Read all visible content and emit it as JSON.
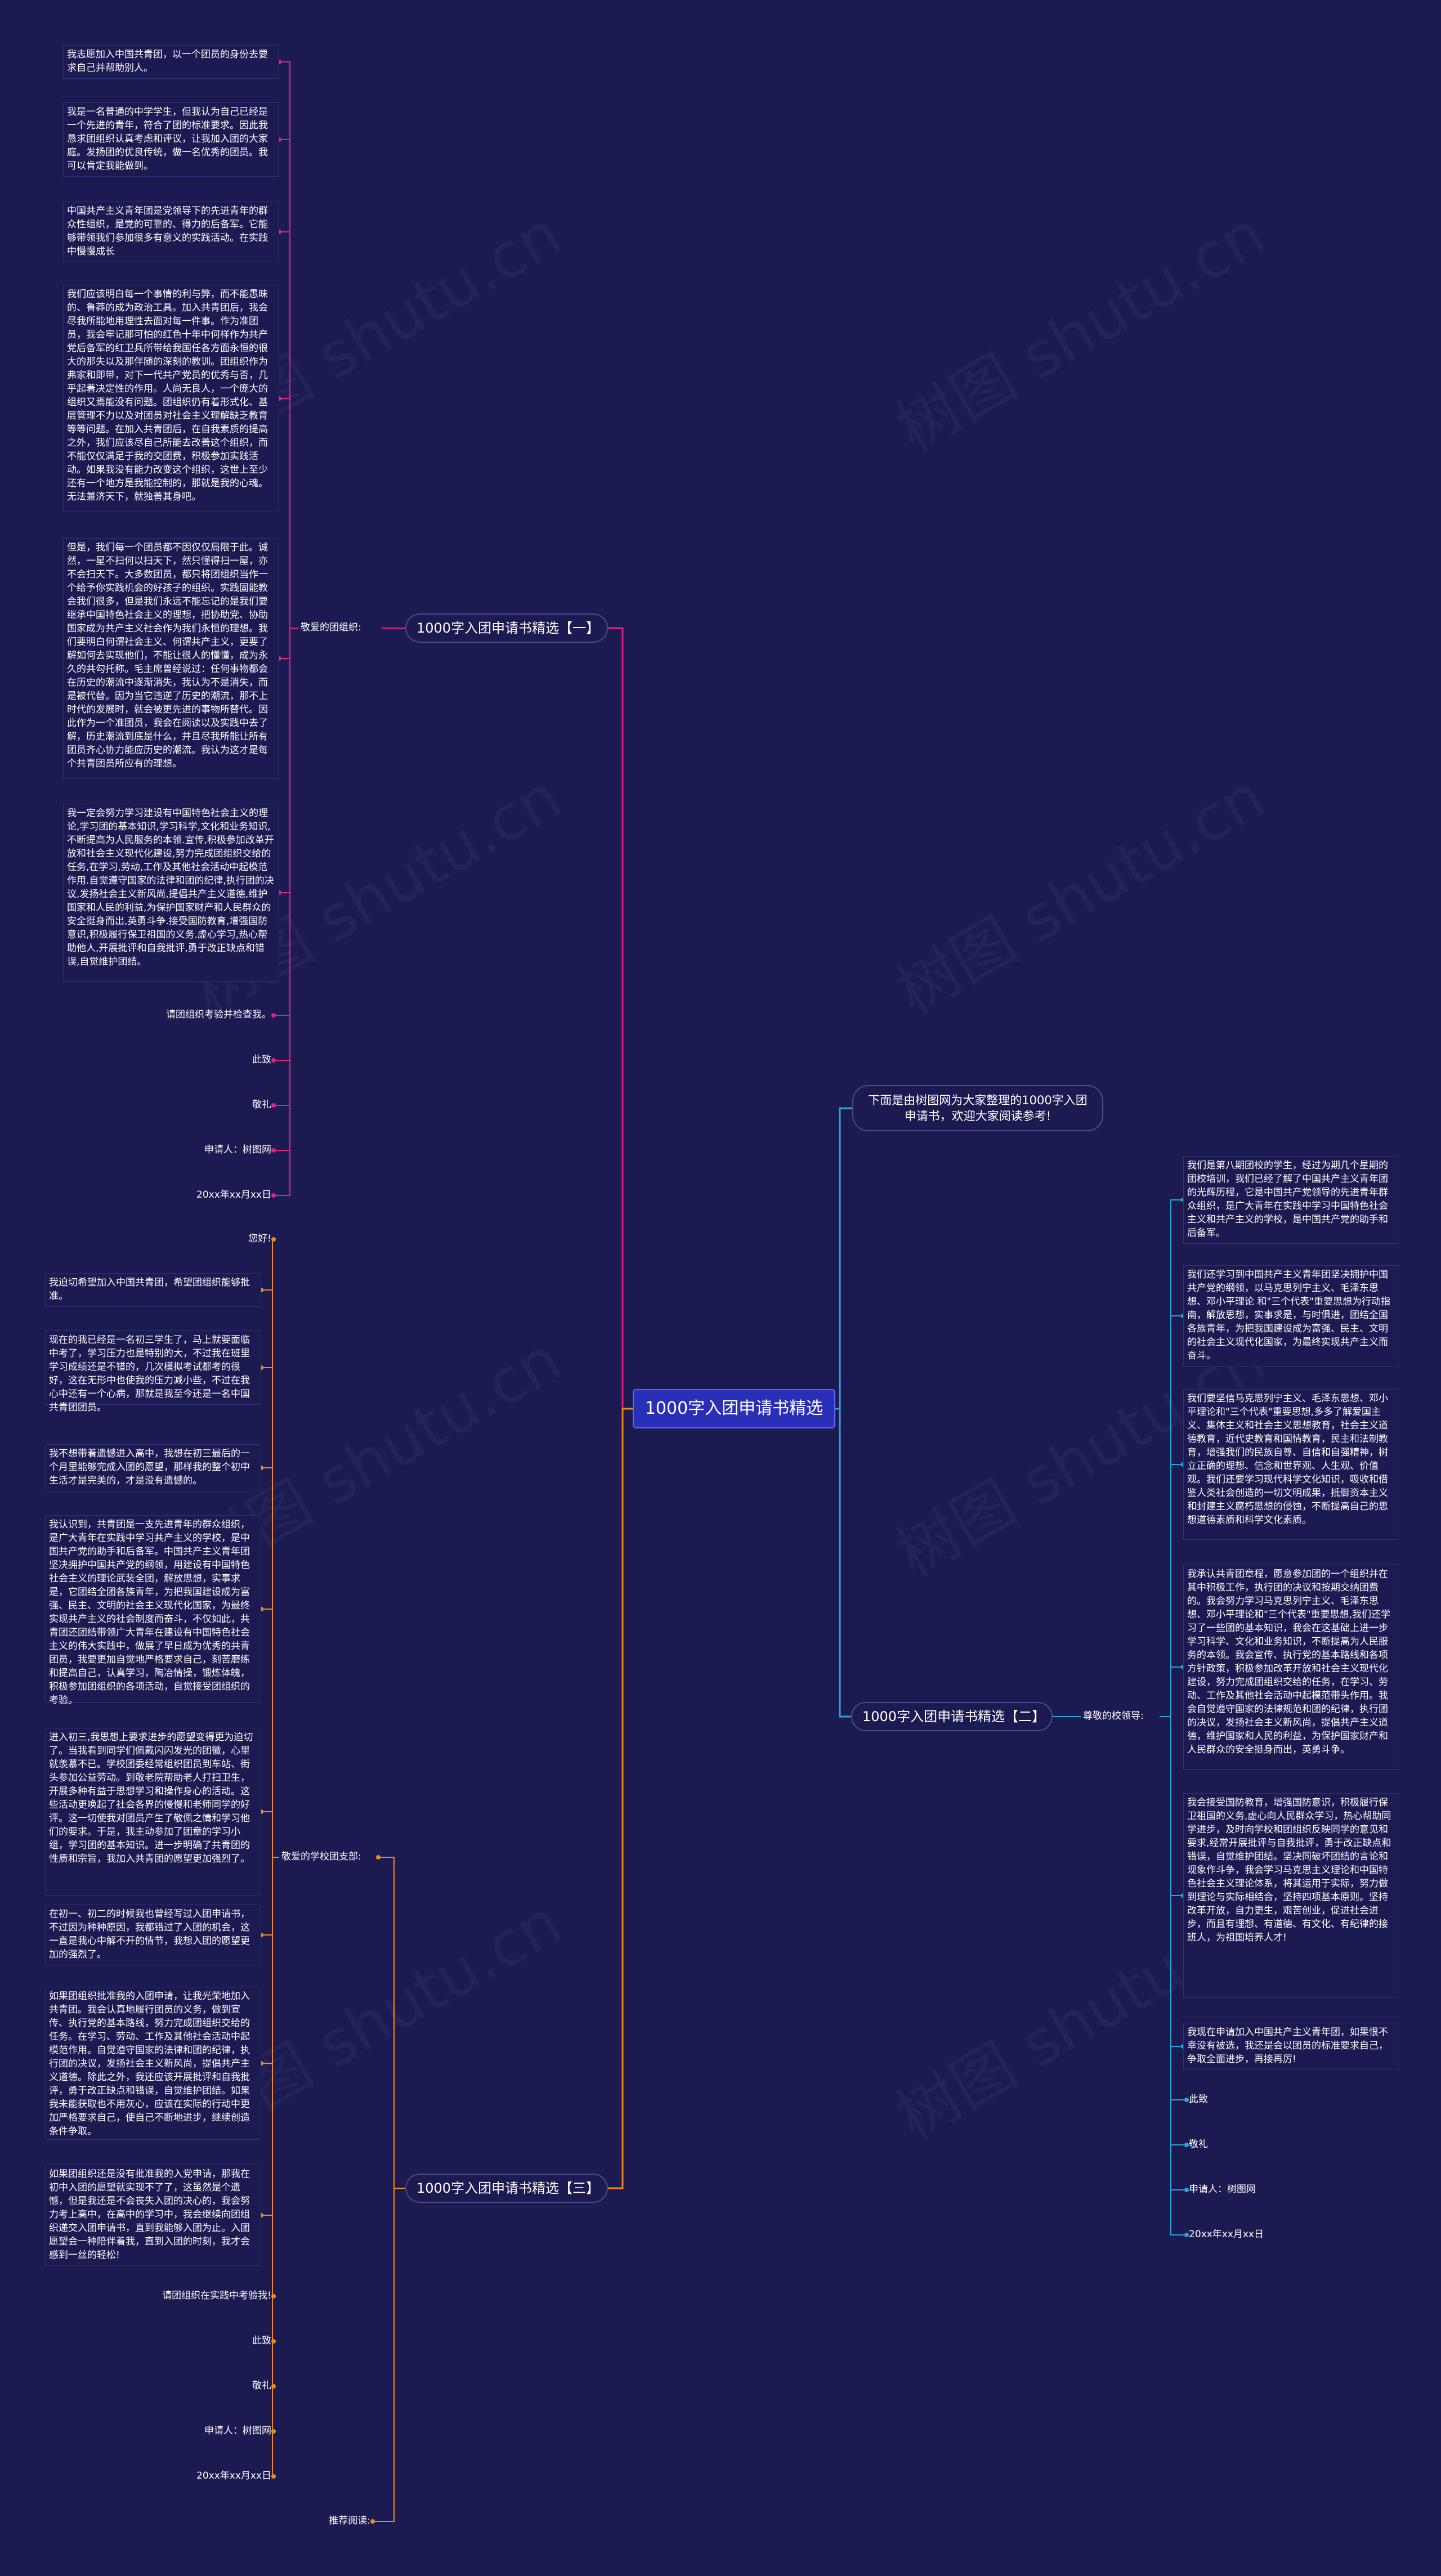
{
  "watermark": "树图 shutu.cn",
  "colors": {
    "background": "#1b1b52",
    "branch1": "#e2227e",
    "branch2": "#28a6d9",
    "branch3": "#f08a1c"
  },
  "root": "1000字入团申请书精选",
  "intro": "下面是由树图网为大家整理的1000字入团申请书，欢迎大家阅读参考!",
  "branch1": {
    "title": "1000字入团申请书精选【一】",
    "label": "敬爱的团组织:",
    "items": [
      "我志愿加入中国共青团，以一个团员的身份去要求自己并帮助别人。",
      "我是一名普通的中学学生，但我认为自己已经是一个先进的青年，符合了团的标准要求。因此我恳求团组织认真考虑和评议，让我加入团的大家庭。发扬团的优良传统，做一名优秀的团员。我可以肯定我能做到。",
      "中国共产主义青年团是党领导下的先进青年的群众性组织，是党的可靠的、得力的后备军。它能够带领我们参加很多有意义的实践活动。在实践中慢慢成长",
      "我们应该明白每一个事情的利与弊，而不能愚昧的、鲁莽的成为政治工具。加入共青团后，我会尽我所能地用理性去面对每一件事。作为准团员，我会牢记那可怕的红色十年中何样作为共产党后备军的红卫兵所带给我国任各方面永恒的很大的那失以及那伴随的深刻的教训。团组织作为弗家和即带，对下一代共产党员的优秀与否，几乎起着决定性的作用。人尚无良人，一个庞大的组织又焉能没有问题。团组织仍有着形式化、基层管理不力以及对团员对社会主义理解缺乏教育等等问题。在加入共青团后，在自我素质的提高之外，我们应该尽自己所能去改善这个组织，而不能仅仅满足于我的交团费，积极参加实践活动。如果我没有能力改变这个组织，这世上至少还有一个地方是我能控制的，那就是我的心魂。无法兼济天下，就独善其身吧。",
      "但是，我们每一个团员都不因仅仅局限于此。诚然，一星不扫何以扫天下，然只懂得扫一屋，亦不会扫天下。大多数团员，都只将团组织当作一个给予你实践机会的好孩子的组织。实践固能教会我们很多，但是我们永远不能忘记的是我们要继承中国特色社会主义的理想，把协助党、协助国家成为共产主义社会作为我们永恒的理想。我们要明白何谓社会主义、何谓共产主义，更要了解如何去实现他们，不能让很人的懂懂，成为永久的共勾托称。毛主席曾经说过：任何事物都会在历史的潮流中逐渐消失，我认为不是消失，而是被代替。因为当它违逆了历史的潮流，那不上时代的发展时，就会被更先进的事物所替代。因此作为一个准团员，我会在阅读以及实践中去了解，历史潮流到底是什么，并且尽我所能让所有团员齐心协力能应历史的潮流。我认为这才是每个共青团员所应有的理想。",
      "我一定会努力学习建设有中国特色社会主义的理论,学习团的基本知识,学习科学,文化和业务知识,不断提高为人民服务的本领.宣传,积极参加改革开放和社会主义现代化建设,努力完成团组织交给的任务,在学习,劳动,工作及其他社会活动中起模范作用.自觉遵守国家的法律和团的纪律,执行团的决议,发扬社会主义新风尚,提倡共产主义道德,维护国家和人民的利益,为保护国家财产和人民群众的安全挺身而出,英勇斗争.接受国防教育,增强国防意识,积极履行保卫祖国的义务.虚心学习,热心帮助他人,开展批评和自我批评,勇于改正缺点和错误,自觉维护团结。",
      "请团组织考验并检查我。",
      "此致",
      "敬礼",
      "申请人：树图网",
      "20xx年xx月xx日"
    ]
  },
  "branch2": {
    "title": "1000字入团申请书精选【二】",
    "label": "尊敬的校领导:",
    "items": [
      "我们是第八期团校的学生，经过为期几个星期的团校培训，我们已经了解了中国共产主义青年团的光辉历程，它是中国共产党领导的先进青年群众组织，是广大青年在实践中学习中国特色社会主义和共产主义的学校，是中国共产党的助手和后备军。",
      "我们还学习到中国共产主义青年团坚决拥护中国共产党的纲领，以马克思列宁主义、毛泽东思想、邓小平理论 和\"三个代表\"重要思想为行动指南，解放思想，实事求是，与时俱进，团结全国各族青年，为把我国建设成为富强、民主、文明的社会主义现代化国家，为最终实现共产主义而奋斗。",
      "我们要坚信马克思列宁主义、毛泽东思想、邓小平理论和\"三个代表\"重要思想,多多了解爱国主义、集体主义和社会主义思想教育，社会主义道德教育，近代史教育和国情教育，民主和法制教育，增强我们的民族自尊、自信和自强精神，树立正确的理想、信念和世界观、人生观、价值观。我们还要学习现代科学文化知识，吸收和借鉴人类社会创造的一切文明成果，抵御资本主义和封建主义腐朽思想的侵蚀，不断提高自己的思想道德素质和科学文化素质。",
      "我承认共青团章程，愿意参加团的一个组织并在其中积极工作，执行团的决议和按期交纳团费的。我会努力学习马克思列宁主义、毛泽东思想、邓小平理论和\"三个代表\"重要思想,我们还学习了一些团的基本知识，我会在这基础上进一步学习科学、文化和业务知识，不断提高为人民服务的本领。我会宣传、执行党的基本路线和各项方针政策，积极参加改革开放和社会主义现代化建设，努力完成团组织交给的任务，在学习、劳动、工作及其他社会活动中起模范带头作用。我会自觉遵守国家的法律规范和团的纪律，执行团的决议，发扬社会主义新风尚，提倡共产主义道德，维护国家和人民的利益，为保护国家财产和人民群众的安全挺身而出，英勇斗争。",
      "我会接受国防教育，增强国防意识，积极履行保卫祖国的义务,虚心向人民群众学习，热心帮助同学进步，及时向学校和团组织反映同学的意见和要求,经常开展批评与自我批评，勇于改正缺点和错误，自觉维护团结。坚决同破坏团结的言论和现象作斗争，我会学习马克思主义理论和中国特色社会主义理论体系，将其运用于实际，努力做到理论与实际相结合，坚持四项基本原则。坚持改革开放，自力更生，艰苦创业，促进社会进步，而且有理想、有道德、有文化、有纪律的接班人，为祖国培养人才!",
      "我现在申请加入中国共产主义青年团，如果恨不幸没有被选，我还是会以团员的标准要求自己，争取全面进步，再接再厉!",
      "此致",
      "敬礼",
      "申请人：树图网",
      "20xx年xx月xx日"
    ]
  },
  "branch3": {
    "title": "1000字入团申请书精选【三】",
    "label": "敬爱的学校团支部:",
    "items": [
      "您好!",
      "我迫切希望加入中国共青团，希望团组织能够批准。",
      "现在的我已经是一名初三学生了，马上就要面临中考了，学习压力也是特别的大，不过我在班里学习成绩还是不错的，几次模拟考试都考的很好，这在无形中也使我的压力减小些，不过在我心中还有一个心病，那就是我至今还是一名中国共青团团员。",
      "我不想带着遗憾进入高中，我想在初三最后的一个月里能够完成入团的愿望，那样我的整个初中生活才是完美的，才是没有遗憾的。",
      "我认识到，共青团是一支先进青年的群众组织，是广大青年在实践中学习共产主义的学校，是中国共产党的助手和后备军。中国共产主义青年团坚决拥护中国共产党的纲领，用建设有中国特色社会主义的理论武装全团，解放思想，实事求是，它团结全团各族青年，为把我国建设成为富强、民主、文明的社会主义现代化国家，为最终实现共产主义的社会制度而奋斗，不仅如此，共青团还团结带领广大青年在建设有中国特色社会主义的伟大实践中，做展了早日成为优秀的共青团员，我要更加自觉地严格要求自己，刻苦磨练和提高自己，认真学习，陶冶情操，锻炼体魄，积极参加团组织的各项活动，自觉接受团组织的考验。",
      "进入初三,我思想上要求进步的愿望变得更为迫切了。当我看到同学们佩戴闪闪发光的团徽，心里就羡慕不已。学校团委经常组织团员到车站、街头参加公益劳动。到敬老院帮助老人打扫卫生，开展多种有益于思想学习和操作身心的活动。这些活动更唤起了社会各界的慢慢和老师同学的好评。这一切使我对团员产生了敬佩之情和学习他们的要求。于是，我主动参加了团章的学习小组，学习团的基本知识。进一步明确了共青团的性质和宗旨，我加入共青团的愿望更加强烈了。",
      "在初一、初二的时候我也曾经写过入团申请书，不过因为种种原因，我都错过了入团的机会，这一直是我心中解不开的情节，我想入团的愿望更加的强烈了。",
      "如果团组织批准我的入团申请，让我光荣地加入共青团。我会认真地履行团员的义务，做到宣传、执行党的基本路线，努力完成团组织交给的任务。在学习、劳动、工作及其他社会活动中起模范作用。自觉遵守国家的法律和团的纪律，执行团的决议，发扬社会主义新风尚，提倡共产主义道德。除此之外，我还应该开展批评和自我批评，勇于改正缺点和错误，自觉维护团结。如果我未能获取也不用灰心，应该在实际的行动中更加严格要求自己，使自己不断地进步，继续创造条件争取。",
      "如果团组织还是没有批准我的入党申请，那我在初中入团的愿望就实现不了了，这虽然是个遗憾，但是我还是不会丧失入团的决心的，我会努力考上高中，在高中的学习中，我会继续向团组织递交入团申请书，直到我能够入团为止。入团愿望会一种陪伴着我，直到入团的时刻，我才会感到一丝的轻松!",
      "请团组织在实践中考验我!",
      "此致",
      "敬礼",
      "申请人：树图网",
      "20xx年xx月xx日"
    ],
    "tail": "推荐阅读:"
  }
}
